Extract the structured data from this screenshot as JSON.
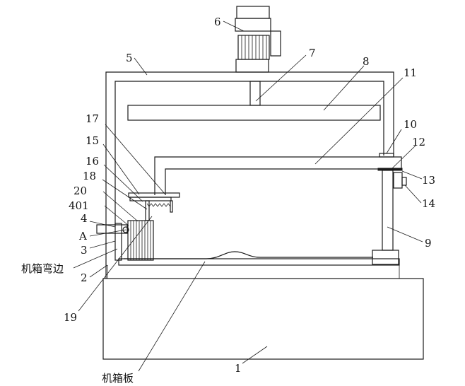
{
  "labels": {
    "n1": "1",
    "n2": "2",
    "n3": "3",
    "n4": "4",
    "n5": "5",
    "n6": "6",
    "n7": "7",
    "n8": "8",
    "n9": "9",
    "n10": "10",
    "n11": "11",
    "n12": "12",
    "n13": "13",
    "n14": "14",
    "n15": "15",
    "n16": "16",
    "n17": "17",
    "n18": "18",
    "n19": "19",
    "n20": "20",
    "n401": "401",
    "nA": "A",
    "box_flange": "机箱弯边",
    "box_plate": "机箱板"
  }
}
